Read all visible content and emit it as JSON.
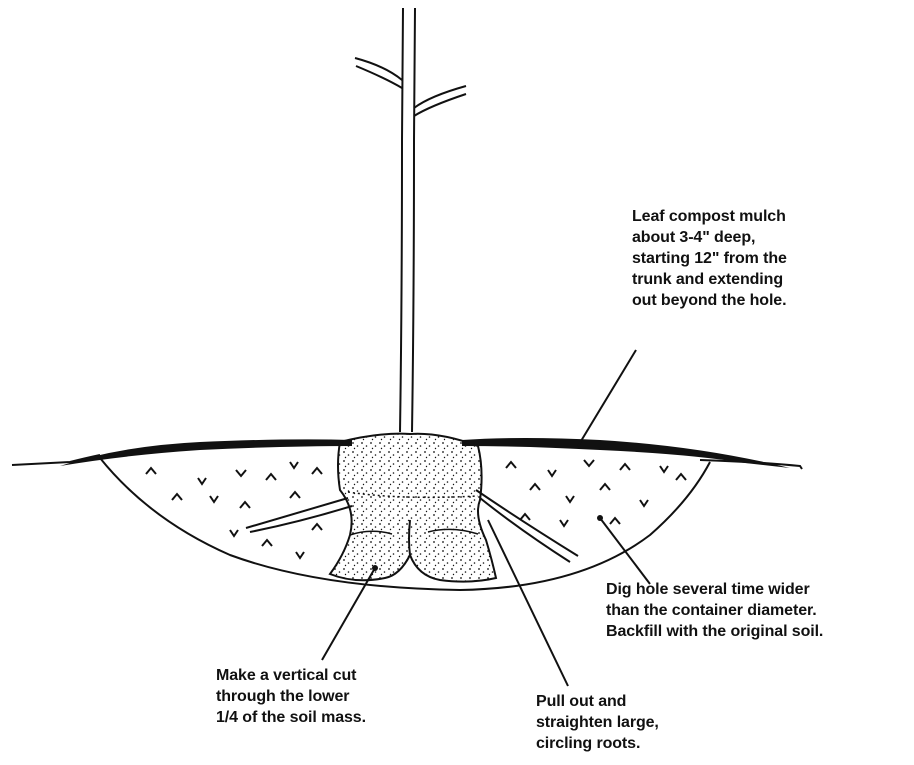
{
  "annotations": {
    "mulch": [
      "Leaf compost mulch",
      "about 3-4\" deep,",
      "starting 12\" from the",
      "trunk and extending",
      "out beyond the hole."
    ],
    "hole": [
      "Dig hole several time wider",
      "than the container diameter.",
      "Backfill with the original soil."
    ],
    "cut": [
      "Make a vertical cut",
      "through the lower",
      "1/4 of the soil mass."
    ],
    "roots": [
      "Pull out and",
      "straighten large,",
      "circling roots."
    ]
  },
  "colors": {
    "ink": "#111111",
    "paper": "#ffffff"
  }
}
